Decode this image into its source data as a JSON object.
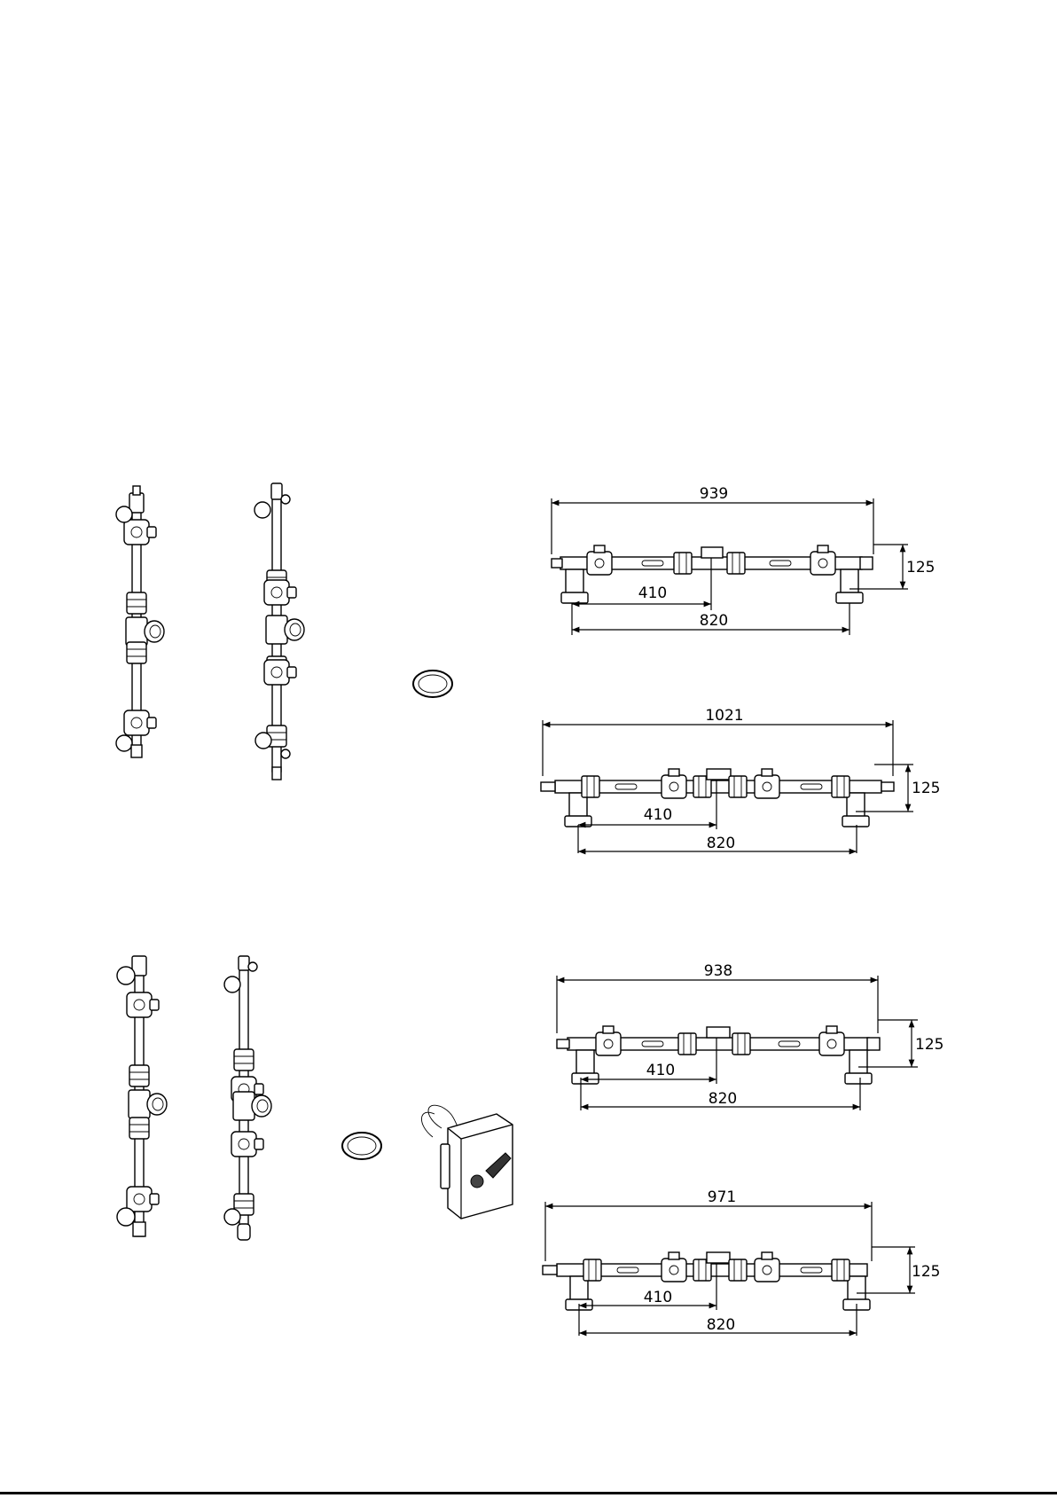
{
  "diagrams": [
    {
      "id": "assembly-a",
      "dimensions": {
        "overall": "939",
        "height": "125",
        "center": "410",
        "connection": "820"
      }
    },
    {
      "id": "assembly-b",
      "dimensions": {
        "overall": "1021",
        "height": "125",
        "center": "410",
        "connection": "820"
      }
    },
    {
      "id": "assembly-c",
      "dimensions": {
        "overall": "938",
        "height": "125",
        "center": "410",
        "connection": "820"
      }
    },
    {
      "id": "assembly-d",
      "dimensions": {
        "overall": "971",
        "height": "125",
        "center": "410",
        "connection": "820"
      }
    }
  ],
  "icons": {
    "vertical_assembly": "pipe-assembly-icon",
    "seal_ring": "seal-ring-icon",
    "actuator": "valve-actuator-icon"
  }
}
